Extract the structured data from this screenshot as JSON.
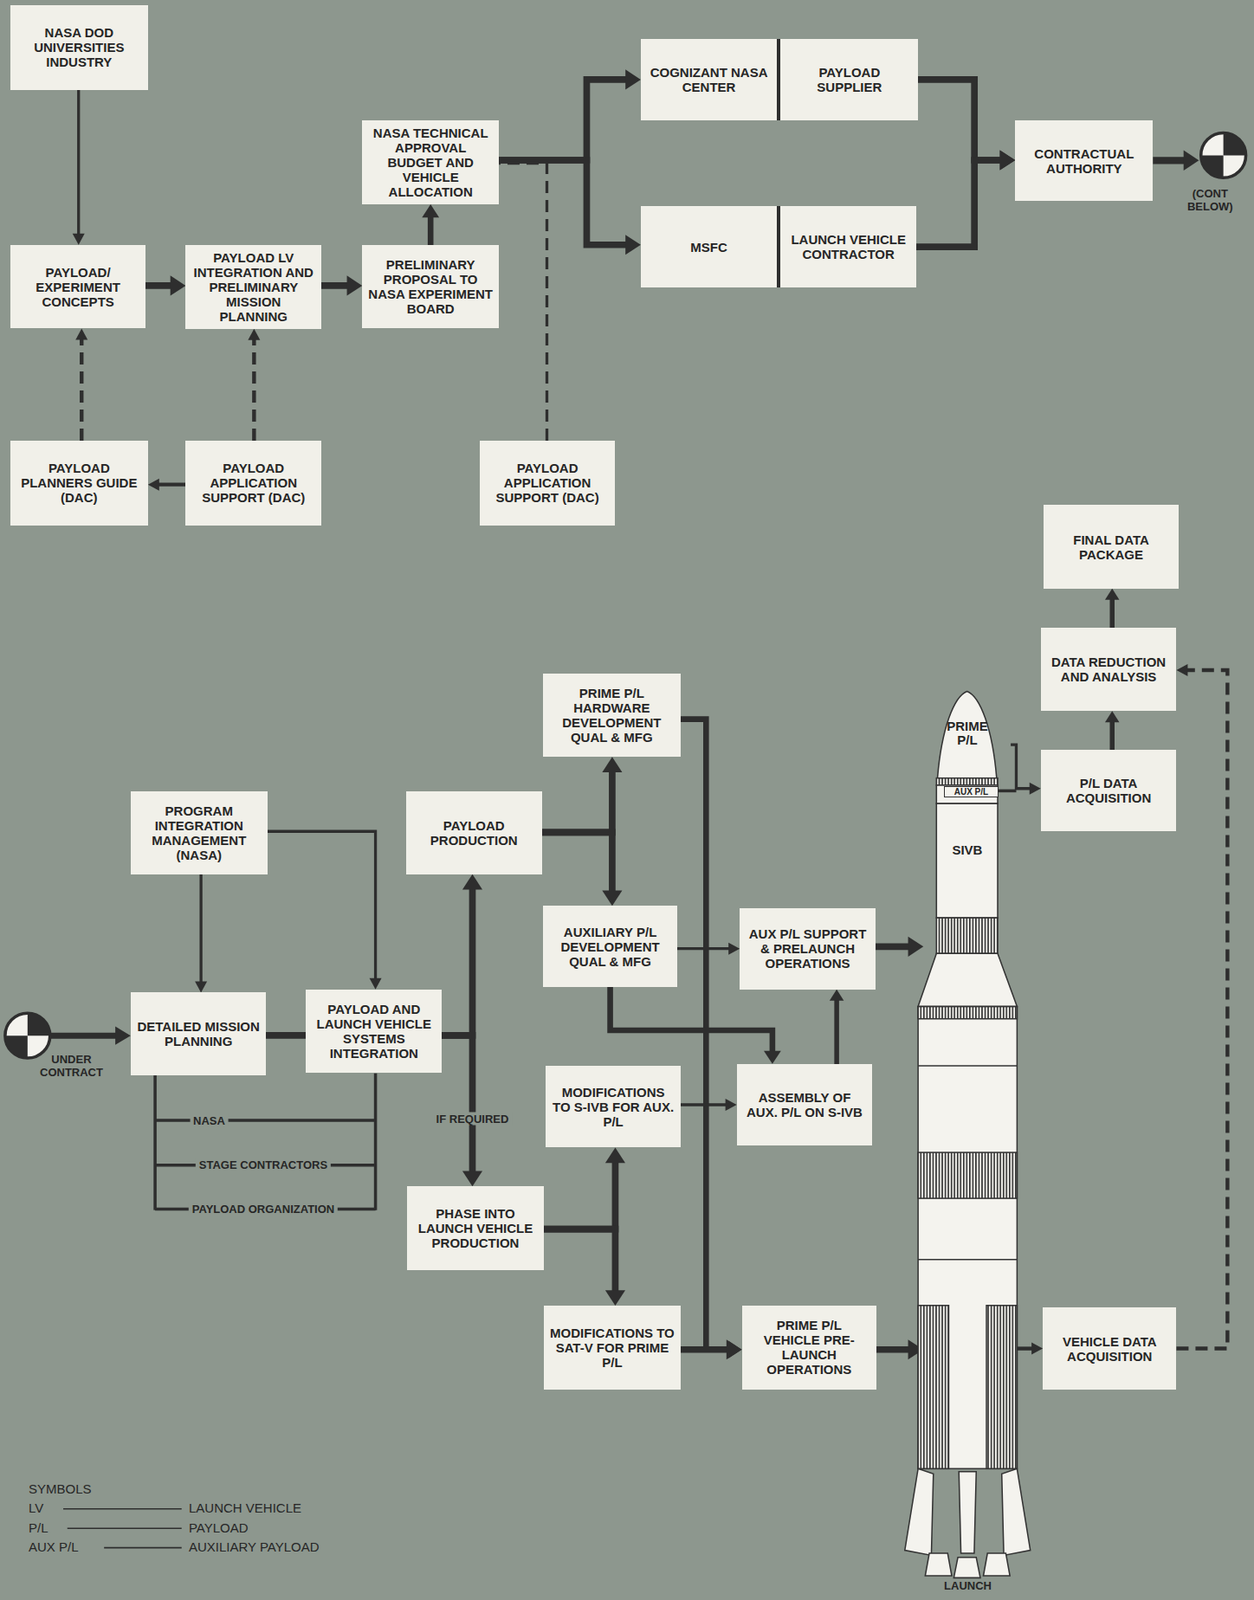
{
  "diagram": {
    "nodes": [
      {
        "text": [
          "NASA DOD UNIVERSITIES INDUSTRY"
        ]
      },
      {
        "text": [
          "PAYLOAD/ EXPERIMENT CONCEPTS"
        ]
      },
      {
        "text": [
          "PAYLOAD LV INTEGRATION AND PRELIMINARY MISSION PLANNING"
        ]
      },
      {
        "text": [
          "PRELIMINARY PROPOSAL TO NASA EXPERIMENT BOARD"
        ]
      },
      {
        "text": [
          "NASA TECHNICAL APPROVAL BUDGET AND VEHICLE ALLOCATION"
        ]
      },
      {
        "text": [
          "COGNIZANT NASA CENTER"
        ]
      },
      {
        "text": [
          "PAYLOAD SUPPLIER"
        ]
      },
      {
        "text": [
          "MSFC"
        ]
      },
      {
        "text": [
          "LAUNCH VEHICLE CONTRACTOR"
        ]
      },
      {
        "text": [
          "CONTRACTUAL AUTHORITY"
        ]
      },
      {
        "text": [
          "PAYLOAD PLANNERS GUIDE (DAC)"
        ]
      },
      {
        "text": [
          "PAYLOAD APPLICATION SUPPORT (DAC)"
        ]
      },
      {
        "text": [
          "PAYLOAD APPLICATION SUPPORT (DAC)"
        ]
      },
      {
        "text": [
          "FINAL DATA PACKAGE"
        ]
      },
      {
        "text": [
          "DATA REDUCTION AND ANALYSIS"
        ]
      },
      {
        "text": [
          "P/L DATA ACQUISITION"
        ]
      },
      {
        "text": [
          "PRIME P/L HARDWARE DEVELOPMENT QUAL & MFG"
        ]
      },
      {
        "text": [
          "PROGRAM INTEGRATION MANAGEMENT (NASA)"
        ]
      },
      {
        "text": [
          "PAYLOAD PRODUCTION"
        ]
      },
      {
        "text": [
          "AUXILIARY P/L DEVELOPMENT QUAL & MFG"
        ]
      },
      {
        "text": [
          "AUX P/L SUPPORT & PRELAUNCH OPERATIONS"
        ]
      },
      {
        "text": [
          "DETAILED MISSION PLANNING"
        ]
      },
      {
        "text": [
          "PAYLOAD AND LAUNCH VEHICLE SYSTEMS INTEGRATION"
        ]
      },
      {
        "text": [
          "MODIFICATIONS TO S-IVB FOR AUX. P/L"
        ]
      },
      {
        "text": [
          "ASSEMBLY OF AUX. P/L ON S-IVB"
        ]
      },
      {
        "text": [
          "PHASE INTO LAUNCH VEHICLE PRODUCTION"
        ]
      },
      {
        "text": [
          "MODIFICATIONS TO SAT-V FOR PRIME P/L"
        ]
      },
      {
        "text": [
          "PRIME P/L VEHICLE PRE-LAUNCH OPERATIONS"
        ]
      },
      {
        "text": [
          "VEHICLE DATA ACQUISITION"
        ]
      },
      {
        "text": [
          "PRIME P/L",
          "AUX P/L",
          "SIVB",
          "LAUNCH"
        ]
      }
    ],
    "edges": [
      {
        "from": 0,
        "to": 1,
        "arrow": "to"
      },
      {
        "from": 1,
        "to": 2,
        "arrow": "to"
      },
      {
        "from": 2,
        "to": 3,
        "arrow": "to"
      },
      {
        "from": 3,
        "to": 4,
        "arrow": "to"
      },
      {
        "from": 4,
        "to": 5,
        "arrow": "to"
      },
      {
        "from": 4,
        "to": 7,
        "arrow": "to"
      },
      {
        "from": 12,
        "to": 4,
        "arrow": "none"
      },
      {
        "from": 6,
        "to": 9,
        "arrow": "to"
      },
      {
        "from": 8,
        "to": 9,
        "arrow": "to"
      },
      {
        "from": 11,
        "to": 10,
        "arrow": "to"
      },
      {
        "from": 10,
        "to": 1,
        "arrow": "to"
      },
      {
        "from": 11,
        "to": 2,
        "arrow": "to"
      },
      {
        "from": 17,
        "to": 21,
        "arrow": "to"
      },
      {
        "from": 17,
        "to": 22,
        "arrow": "to"
      },
      {
        "from": 21,
        "to": 22,
        "arrow": "none"
      },
      {
        "from": 22,
        "to": 18,
        "arrow": "to"
      },
      {
        "from": 22,
        "to": 25,
        "label": "IF REQUIRED",
        "arrow": "to"
      },
      {
        "from": 18,
        "to": 16,
        "arrow": "to"
      },
      {
        "from": 18,
        "to": 19,
        "arrow": "to"
      },
      {
        "from": 25,
        "to": 23,
        "arrow": "to"
      },
      {
        "from": 25,
        "to": 26,
        "arrow": "to"
      },
      {
        "from": 16,
        "to": 27,
        "arrow": "to"
      },
      {
        "from": 19,
        "to": 20,
        "arrow": "to"
      },
      {
        "from": 19,
        "to": 24,
        "arrow": "to"
      },
      {
        "from": 23,
        "to": 24,
        "arrow": "to"
      },
      {
        "from": 26,
        "to": 27,
        "arrow": "to"
      },
      {
        "from": 24,
        "to": 20,
        "arrow": "to"
      },
      {
        "from": 20,
        "to": 29,
        "arrow": "to"
      },
      {
        "from": 27,
        "to": 29,
        "arrow": "to"
      },
      {
        "from": 29,
        "to": 15,
        "arrow": "to"
      },
      {
        "from": 29,
        "to": 28,
        "arrow": "to"
      },
      {
        "from": 15,
        "to": 14,
        "arrow": "to"
      },
      {
        "from": 14,
        "to": 13,
        "arrow": "to"
      },
      {
        "from": 28,
        "to": 14,
        "arrow": "to"
      }
    ],
    "labels": [
      "(CONT BELOW)",
      "UNDER CONTRACT",
      "NASA",
      "STAGE CONTRACTORS",
      "PAYLOAD ORGANIZATION",
      "SYMBOLS",
      "LV",
      "LAUNCH VEHICLE",
      "P/L",
      "PAYLOAD",
      "AUX P/L",
      "AUXILIARY PAYLOAD"
    ]
  }
}
